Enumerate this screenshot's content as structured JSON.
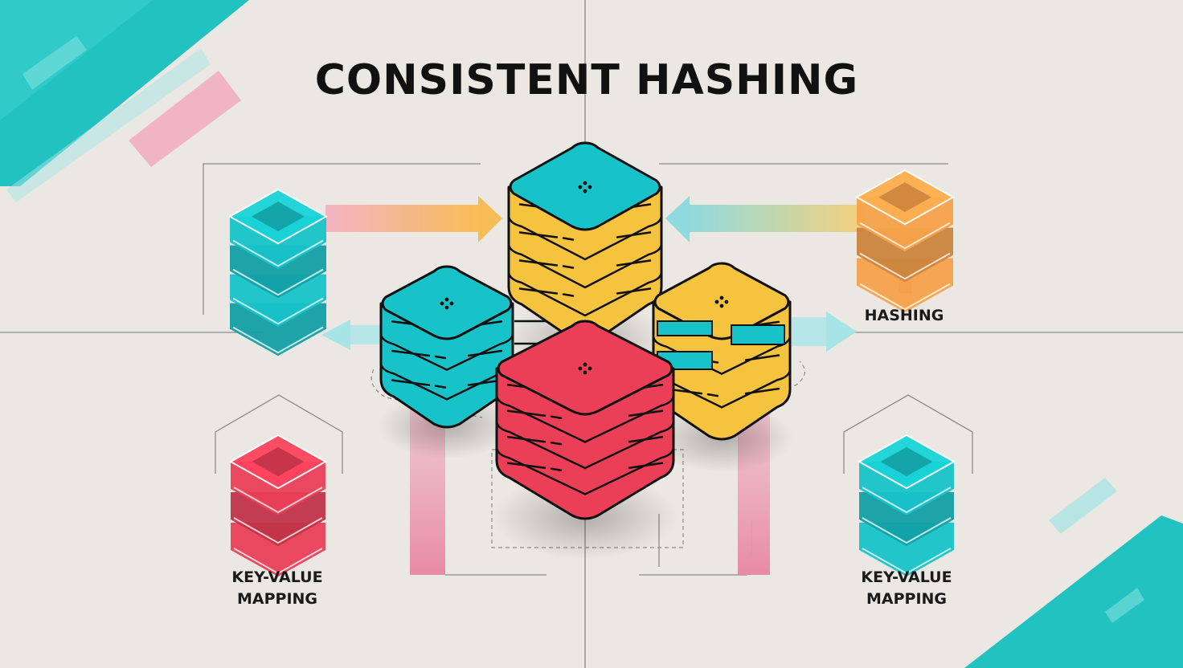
{
  "diagram": {
    "title": "CONSISTENT HASHING",
    "labels": {
      "hashing": "HASHING",
      "kv_left_line1": "KEY-VALUE",
      "kv_left_line2": "MAPPING",
      "kv_right_line1": "KEY-VALUE",
      "kv_right_line2": "MAPPING"
    }
  },
  "colors": {
    "background": "#ebe8e4",
    "teal": "#17c3c8",
    "yellow": "#f6c33f",
    "red": "#ea3f57",
    "orange": "#f7a24a",
    "pink": "#e8a2b6",
    "outline": "#111111"
  },
  "icons": {
    "server": "database-server-icon",
    "arrow": "arrow-icon"
  }
}
